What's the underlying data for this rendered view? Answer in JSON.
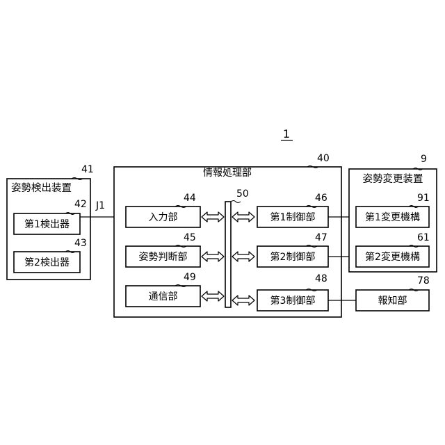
{
  "figure_number": "1",
  "outer_blocks": {
    "detector_device": {
      "label": "姿勢検出装置",
      "ref": "41"
    },
    "info_processor": {
      "label": "情報処理部",
      "ref": "40"
    },
    "posture_changer": {
      "label": "姿勢変更装置",
      "ref": "9"
    }
  },
  "blocks": {
    "detector1": {
      "label": "第1検出器",
      "ref": "42"
    },
    "detector2": {
      "label": "第2検出器",
      "ref": "43"
    },
    "input": {
      "label": "入力部",
      "ref": "44"
    },
    "posture_judge": {
      "label": "姿勢判断部",
      "ref": "45"
    },
    "comm": {
      "label": "通信部",
      "ref": "49"
    },
    "bus": {
      "ref": "50"
    },
    "ctrl1": {
      "label": "第1制御部",
      "ref": "46"
    },
    "ctrl2": {
      "label": "第2制御部",
      "ref": "47"
    },
    "ctrl3": {
      "label": "第3制御部",
      "ref": "48"
    },
    "changer1": {
      "label": "第1変更機構",
      "ref": "91"
    },
    "changer2": {
      "label": "第2変更機構",
      "ref": "61"
    },
    "notifier": {
      "label": "報知部",
      "ref": "78"
    }
  },
  "connection_label": "J1"
}
